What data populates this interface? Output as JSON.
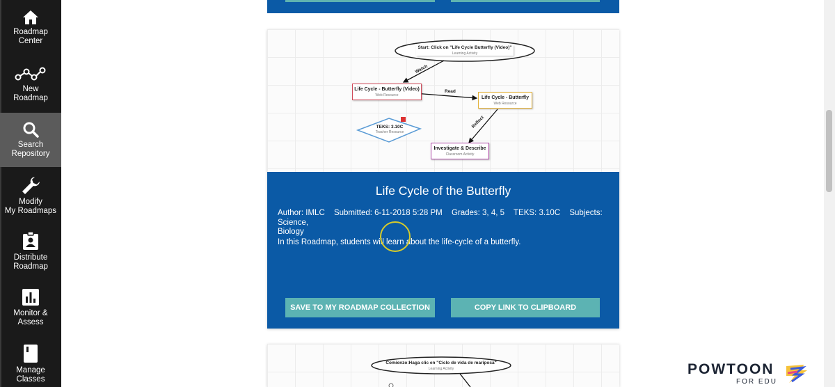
{
  "sidebar": {
    "items": [
      {
        "label_line1": "Roadmap",
        "label_line2": "Center",
        "icon": "home-icon"
      },
      {
        "label_line1": "New",
        "label_line2": "Roadmap",
        "icon": "roadmap-nodes-icon"
      },
      {
        "label_line1": "Search",
        "label_line2": "Repository",
        "icon": "search-icon",
        "active": true
      },
      {
        "label_line1": "Modify",
        "label_line2": "My Roadmaps",
        "icon": "wrench-icon"
      },
      {
        "label_line1": "Distribute",
        "label_line2": "Roadmap",
        "icon": "clipboard-user-icon"
      },
      {
        "label_line1": "Monitor &",
        "label_line2": "Assess",
        "icon": "bar-chart-icon"
      },
      {
        "label_line1": "Manage",
        "label_line2": "Classes",
        "icon": "book-icon"
      }
    ]
  },
  "card1": {
    "diagram": {
      "start_label": "Start: Click on \"Life Cycle Butterfly (Video)\"",
      "start_sub": "Learning Activity",
      "edge_watch": "Watch",
      "node_video": "Life Cycle - Butterfly (Video)",
      "node_video_sub": "Web Resource",
      "edge_read": "Read",
      "node_web": "Life Cycle - Butterfly",
      "node_web_sub": "Web Resource",
      "node_teks": "TEKS: 3.10C",
      "node_teks_sub": "Teacher Resource",
      "edge_reflect": "Reflect",
      "node_investigate": "Investigate & Describe",
      "node_investigate_sub": "Classroom Activity"
    },
    "title": "Life Cycle of the Butterfly",
    "author": "Author: IMLC",
    "submitted": "Submitted: 6-11-2018 5:28 PM",
    "grades": "Grades: 3, 4, 5",
    "teks": "TEKS: 3.10C",
    "subjects": "Subjects: Science,",
    "subjects_cont": "Biology",
    "description": "In this Roadmap, students will learn about the life-cycle of a butterfly.",
    "save_button": "SAVE TO MY ROADMAP COLLECTION",
    "copy_button": "COPY LINK TO CLIPBOARD"
  },
  "card2": {
    "start_label": "Comienzo:Haga clic en \"Ciclo de vida de mariposa\"",
    "start_sub": "Learning Activity"
  },
  "watermark": {
    "title": "POWTOON",
    "sub": "FOR EDU"
  },
  "colors": {
    "sidebar_bg": "#1a1a1a",
    "sidebar_active": "#5b5b5b",
    "card_blue": "#0b5aa6",
    "button_teal": "#5cb3b3"
  }
}
